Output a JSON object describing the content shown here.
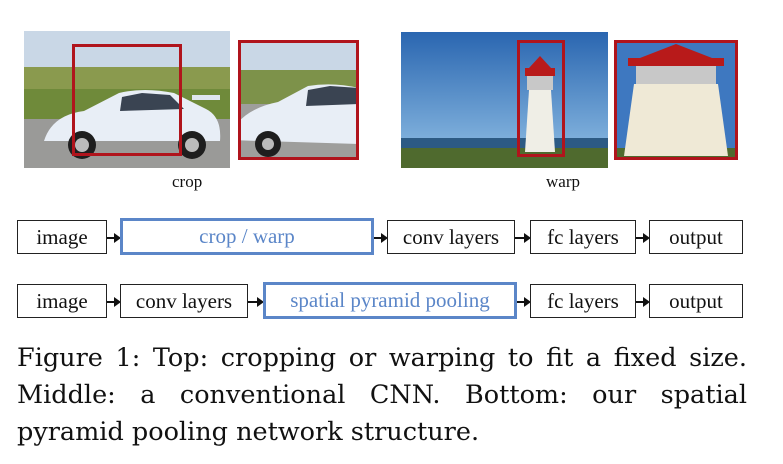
{
  "captions": {
    "crop": "crop",
    "warp": "warp"
  },
  "rows": [
    {
      "name": "middle",
      "boxes": [
        {
          "label": "image",
          "highlight": false
        },
        {
          "label": "crop / warp",
          "highlight": true
        },
        {
          "label": "conv layers",
          "highlight": false
        },
        {
          "label": "fc layers",
          "highlight": false
        },
        {
          "label": "output",
          "highlight": false
        }
      ]
    },
    {
      "name": "bottom",
      "boxes": [
        {
          "label": "image",
          "highlight": false
        },
        {
          "label": "conv layers",
          "highlight": false
        },
        {
          "label": "spatial pyramid pooling",
          "highlight": true
        },
        {
          "label": "fc layers",
          "highlight": false
        },
        {
          "label": "output",
          "highlight": false
        }
      ]
    }
  ],
  "figure_caption": "Figure 1: Top: cropping or warping to fit a fixed size. Middle: a conventional CNN. Bottom: our spatial pyramid pooling network structure.",
  "colors": {
    "crop_box": "#b0141c",
    "highlight_box": "#5b86c8"
  }
}
